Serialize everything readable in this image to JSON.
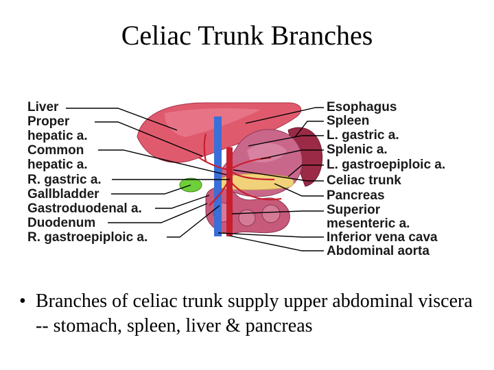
{
  "slide": {
    "title": "Celiac Trunk Branches"
  },
  "diagram": {
    "left_labels": [
      "Liver",
      "Proper",
      "hepatic a.",
      "Common",
      "hepatic a.",
      "R. gastric a.",
      "Gallbladder",
      "Gastroduodenal a.",
      "Duodenum",
      "R. gastroepiploic a."
    ],
    "right_labels": [
      "Esophagus",
      "Spleen",
      "L. gastric a.",
      "Splenic a.",
      "L. gastroepiploic a.",
      "Celiac trunk",
      "Pancreas",
      "Superior",
      "mesenteric a.",
      "Inferior vena cava",
      "Abdominal aorta"
    ],
    "colors": {
      "liver": "#e05a6e",
      "stomach": "#c9678a",
      "spleen": "#9a2a45",
      "pancreas": "#f1d27a",
      "intestine": "#c75a7a",
      "vein": "#3a6fd8",
      "artery": "#c81e2e",
      "gallbladder": "#6fcf3a",
      "leader_line": "#000000"
    }
  },
  "bullet": {
    "symbol": "•",
    "text": "Branches of celiac trunk supply upper abdominal viscera -- stomach, spleen, liver & pancreas"
  }
}
